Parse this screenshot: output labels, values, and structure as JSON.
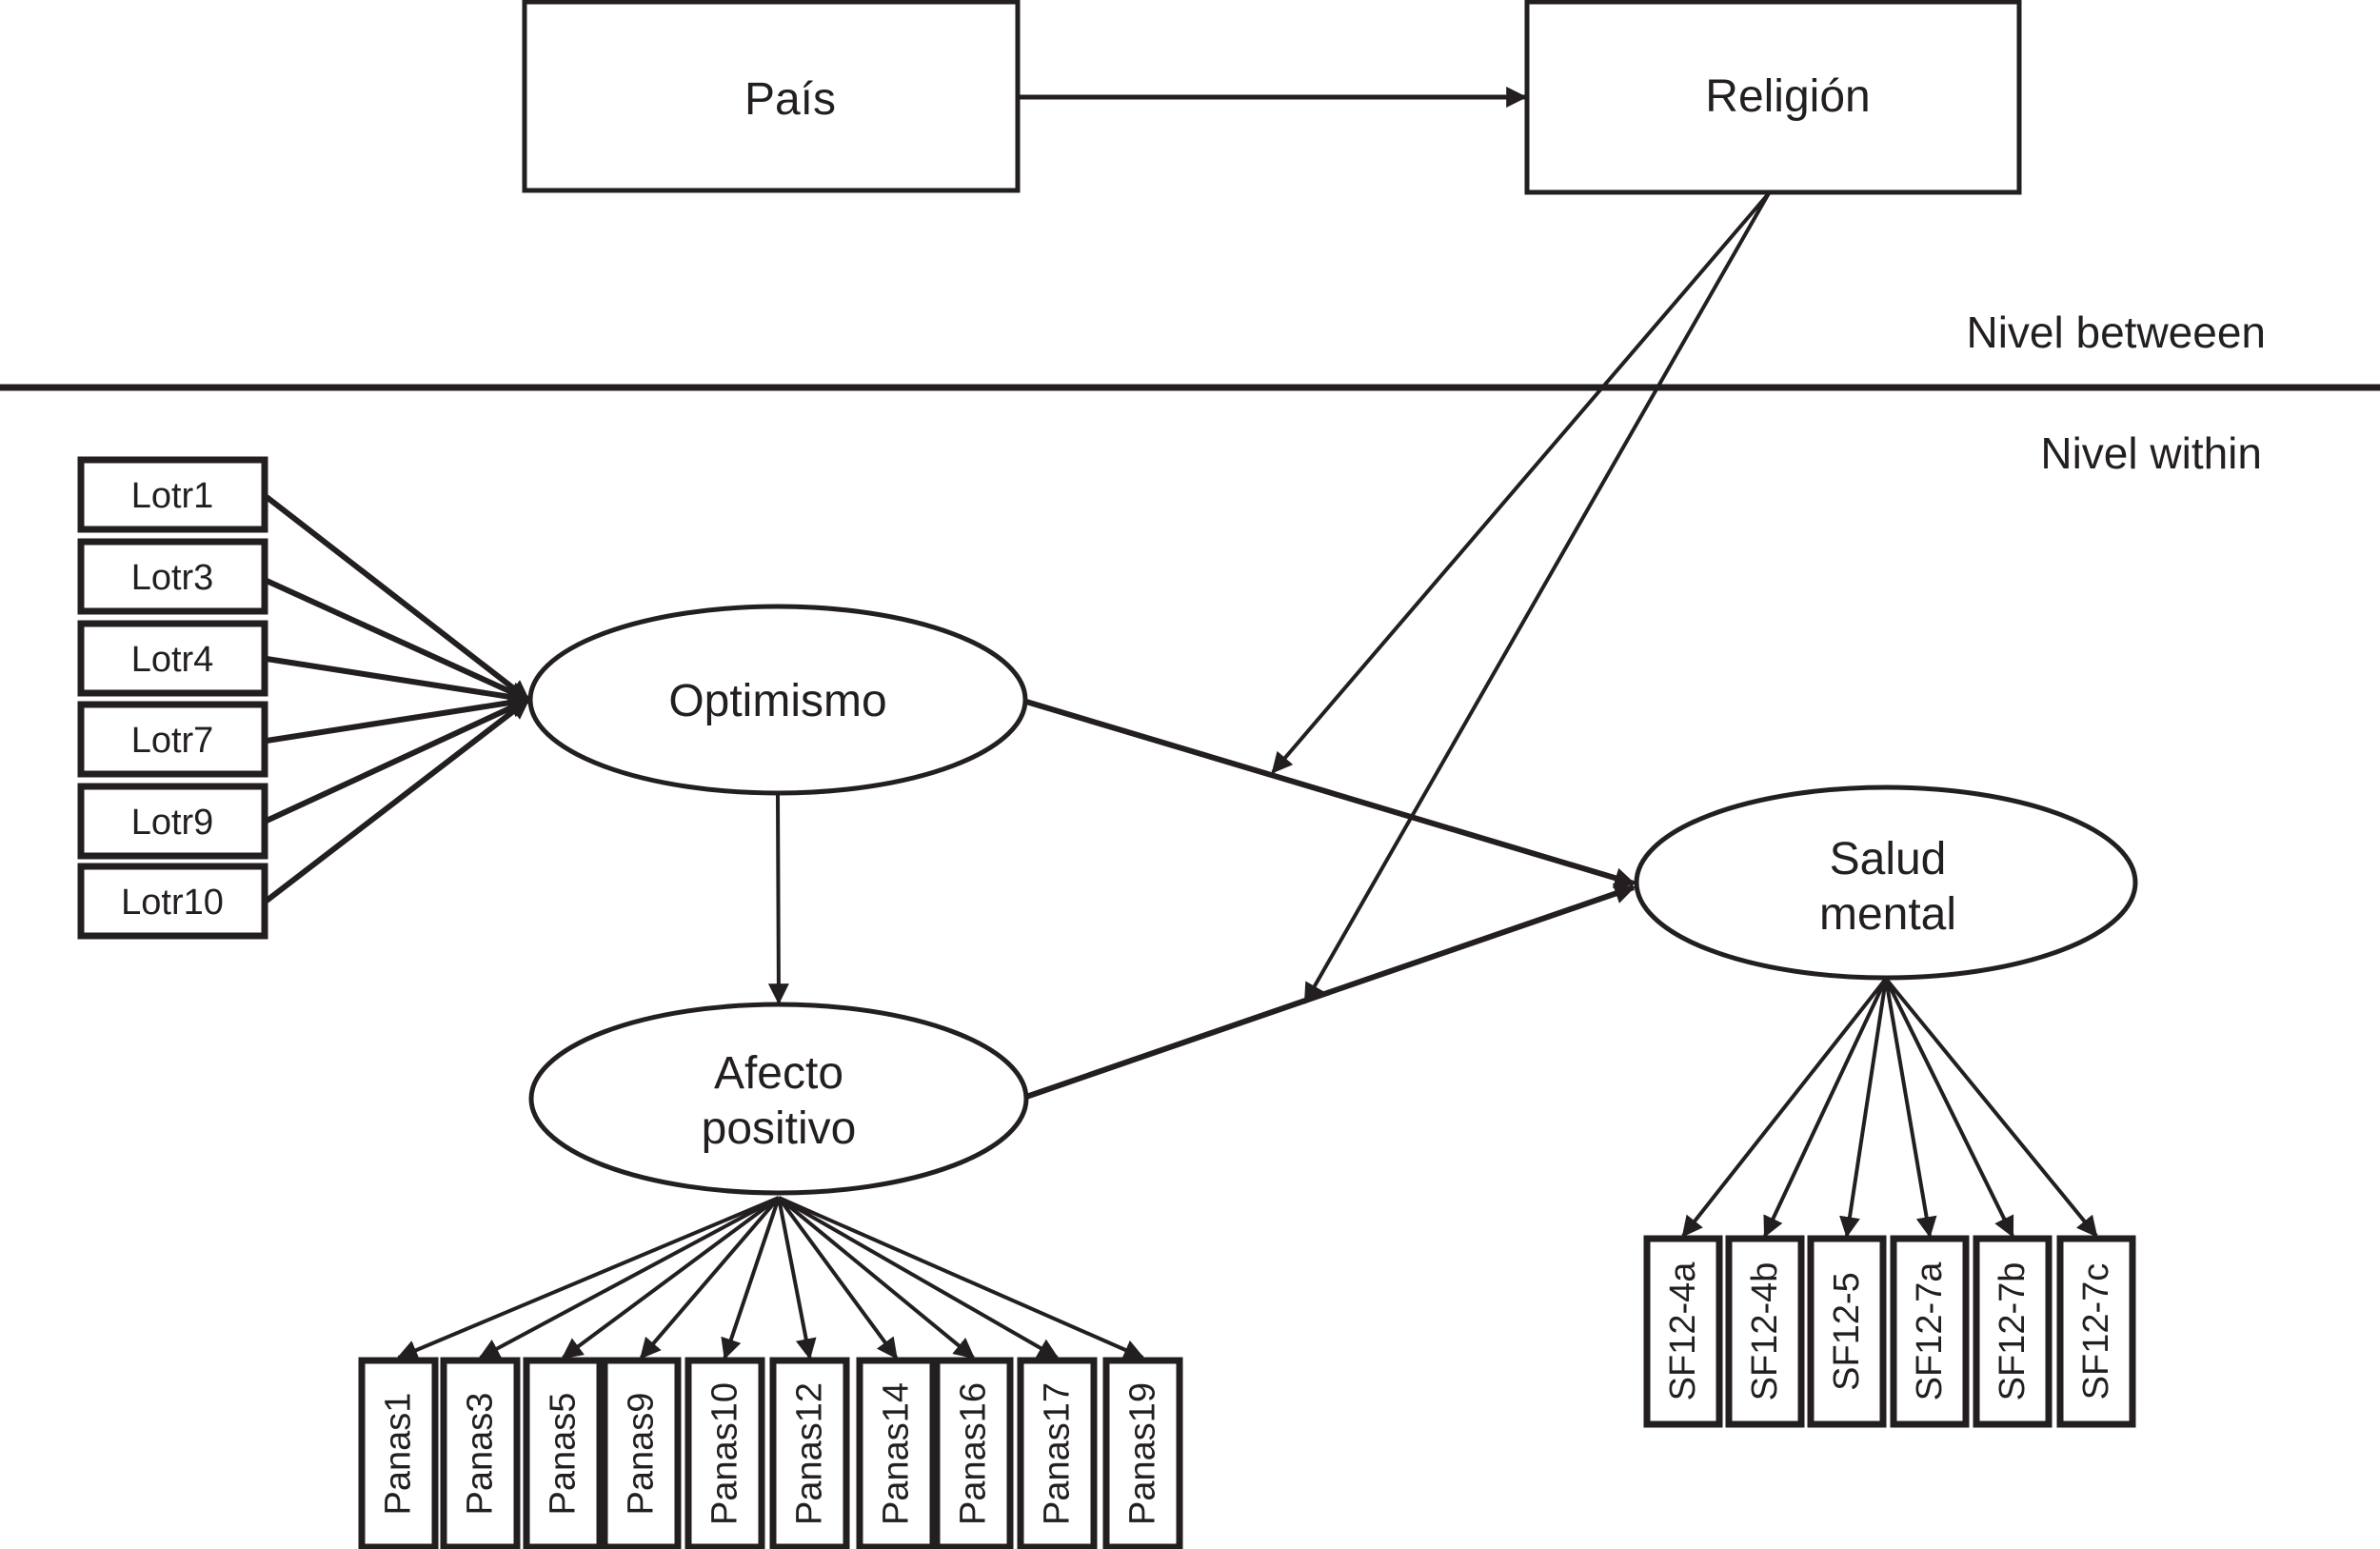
{
  "diagram": {
    "between_level": {
      "label": "Nivel betweeen",
      "nodes": [
        {
          "id": "pais",
          "label": "País",
          "type": "observed"
        },
        {
          "id": "religion",
          "label": "Religión",
          "type": "observed"
        }
      ],
      "edges": [
        {
          "from": "pais",
          "to": "religion"
        }
      ]
    },
    "within_level": {
      "label": "Nivel within",
      "latent": [
        {
          "id": "optimismo",
          "lines": [
            "Optimismo"
          ]
        },
        {
          "id": "afecto",
          "lines": [
            "Afecto",
            "positivo"
          ]
        },
        {
          "id": "salud",
          "lines": [
            "Salud",
            "mental"
          ]
        }
      ],
      "indicators": {
        "optimismo": [
          "Lotr1",
          "Lotr3",
          "Lotr4",
          "Lotr7",
          "Lotr9",
          "Lotr10"
        ],
        "afecto": [
          "Panas1",
          "Panas3",
          "Panas5",
          "Panas9",
          "Panas10",
          "Panas12",
          "Panas14",
          "Panas16",
          "Panas17",
          "Panas19"
        ],
        "salud": [
          "SF12-4a",
          "SF12-4b",
          "SF12-5",
          "SF12-7a",
          "SF12-7b",
          "SF12-7c"
        ]
      },
      "structural_edges": [
        {
          "from": "optimismo",
          "to": "afecto"
        },
        {
          "from": "optimismo",
          "to": "salud"
        },
        {
          "from": "afecto",
          "to": "salud"
        }
      ],
      "cross_level_moderation": [
        {
          "from": "religion",
          "to_path": "optimismo->salud"
        },
        {
          "from": "religion",
          "to_path": "afecto->salud"
        }
      ]
    },
    "colors": {
      "ink": "#231f20",
      "background": "#ffffff"
    }
  }
}
